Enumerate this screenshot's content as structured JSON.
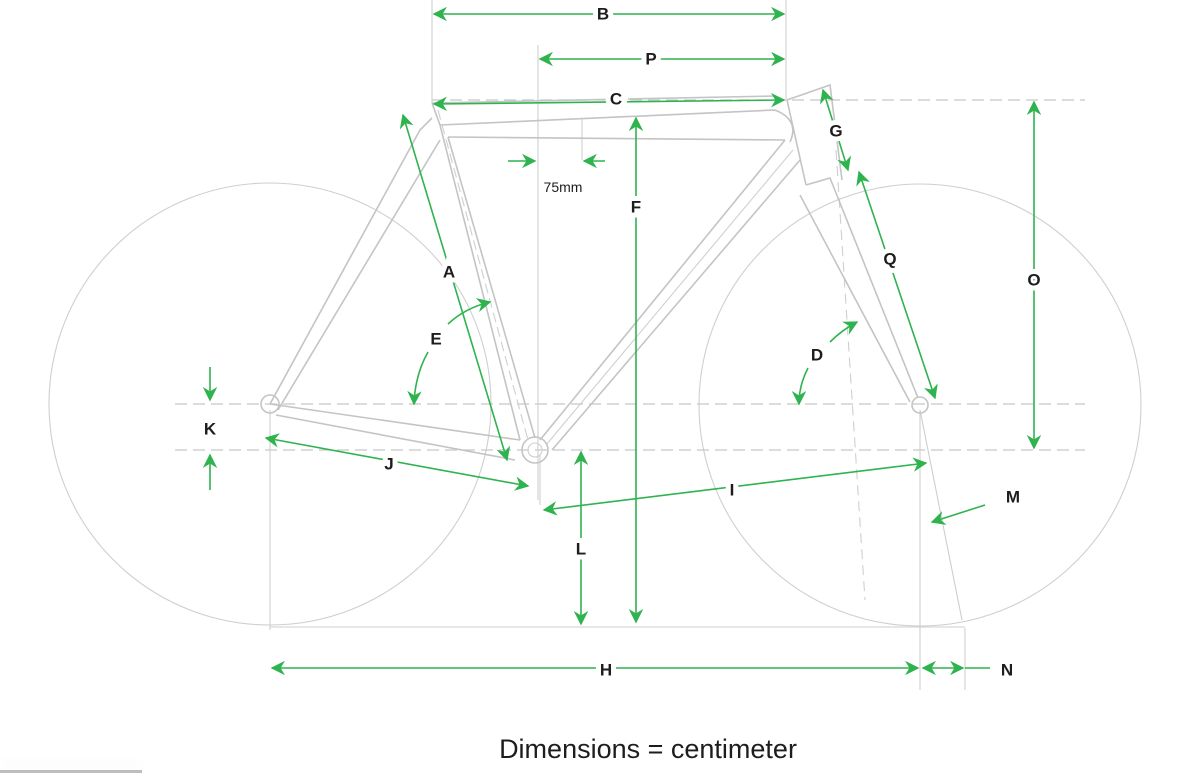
{
  "diagram": {
    "labels": {
      "A": "A",
      "B": "B",
      "C": "C",
      "D": "D",
      "E": "E",
      "F": "F",
      "G": "G",
      "H": "H",
      "I": "I",
      "J": "J",
      "K": "K",
      "L": "L",
      "M": "M",
      "N": "N",
      "O": "O",
      "P": "P",
      "Q": "Q"
    },
    "offset_label": "75mm",
    "caption": "Dimensions = centimeter",
    "colors": {
      "arrow": "#2fb34f",
      "frame": "#c4c4c4"
    }
  }
}
